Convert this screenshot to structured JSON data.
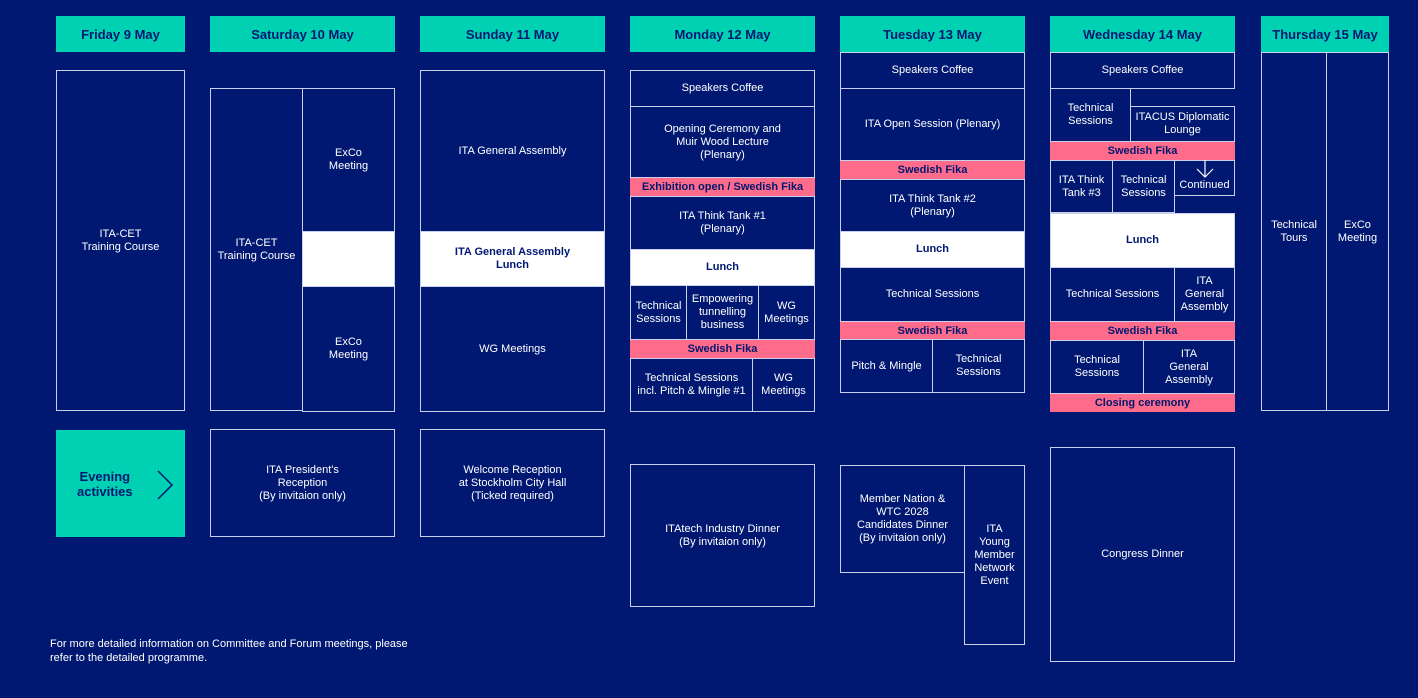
{
  "headers": [
    "Friday 9 May",
    "Saturday 10 May",
    "Sunday 11 May",
    "Monday 12 May",
    "Tuesday 13 May",
    "Wednesday 14 May",
    "Thursday 15 May"
  ],
  "friday": {
    "training": "ITA-CET\nTraining Course",
    "evening": "Evening\nactivities"
  },
  "saturday": {
    "training": "ITA-CET\nTraining Course",
    "exco1": "ExCo\nMeeting",
    "exco2": "ExCo\nMeeting",
    "reception": "ITA President's\nReception\n(By invitaion only)"
  },
  "sunday": {
    "assembly": "ITA General Assembly",
    "lunch": "ITA General Assembly\nLunch",
    "wg": "WG Meetings",
    "welcome": "Welcome Reception\nat Stockholm City Hall\n(Ticked required)"
  },
  "monday": {
    "coffee": "Speakers Coffee",
    "opening": "Opening Ceremony and\nMuir Wood Lecture\n(Plenary)",
    "exhibition": "Exhibition open / Swedish Fika",
    "thinktank": "ITA Think Tank #1\n(Plenary)",
    "lunch": "Lunch",
    "tech": "Technical\nSessions",
    "empowering": "Empowering\ntunnelling\nbusiness",
    "wg": "WG\nMeetings",
    "fika": "Swedish Fika",
    "techpitch": "Technical Sessions\nincl. Pitch & Mingle #1",
    "wg2": "WG\nMeetings",
    "dinner": "ITAtech Industry Dinner\n(By invitaion only)"
  },
  "tuesday": {
    "coffee": "Speakers Coffee",
    "open": "ITA Open Session (Plenary)",
    "fika1": "Swedish Fika",
    "thinktank": "ITA Think Tank #2\n(Plenary)",
    "lunch": "Lunch",
    "tech": "Technical Sessions",
    "fika2": "Swedish Fika",
    "pitch": "Pitch & Mingle",
    "tech2": "Technical\nSessions",
    "member": "Member Nation &\nWTC 2028\nCandidates Dinner\n(By invitaion only)",
    "young": "ITA\nYoung\nMember\nNetwork\nEvent"
  },
  "wednesday": {
    "coffee": "Speakers Coffee",
    "tech": "Technical\nSessions",
    "itacus": "ITACUS Diplomatic\nLounge",
    "fika1": "Swedish Fika",
    "thinktank": "ITA Think\nTank #3",
    "tech2": "Technical\nSessions",
    "continued": "Continued",
    "lunch": "Lunch",
    "tech3": "Technical Sessions",
    "assembly1": "ITA\nGeneral\nAssembly",
    "fika2": "Swedish Fika",
    "tech4": "Technical\nSessions",
    "assembly2": "ITA\nGeneral\nAssembly",
    "closing": "Closing ceremony",
    "dinner": "Congress Dinner"
  },
  "thursday": {
    "tours": "Technical\nTours",
    "exco": "ExCo\nMeeting"
  },
  "footnote": "For more detailed information on Committee and Forum meetings, please\nrefer to the detailed programme.",
  "colors": {
    "background": "#001871",
    "teal": "#00d1b2",
    "pink": "#ff6b8a",
    "white": "#ffffff"
  }
}
